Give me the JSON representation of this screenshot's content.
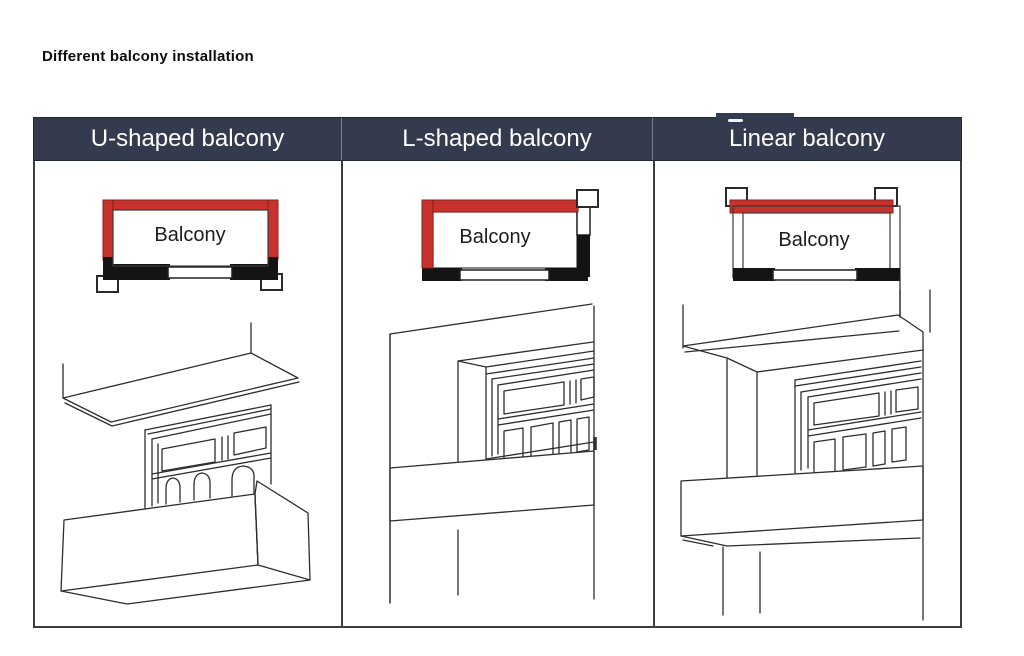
{
  "title": "Different balcony installation",
  "table": {
    "columns": [
      {
        "header": "U-shaped balcony",
        "plan_label": "Balcony",
        "plan_type": "u-shaped"
      },
      {
        "header": "L-shaped balcony",
        "plan_label": "Balcony",
        "plan_type": "l-shaped"
      },
      {
        "header": "Linear balcony",
        "plan_label": "Balcony",
        "plan_type": "linear"
      }
    ]
  },
  "colors": {
    "header_bg": "#343b4e",
    "header_text": "#ffffff",
    "balcony_red": "#c8322d",
    "balcony_red_dark": "#8c1f1c",
    "wall_black": "#141414",
    "sketch_line": "#2e2e2e",
    "table_border": "#3d3d3d",
    "page_bg": "#ffffff"
  }
}
